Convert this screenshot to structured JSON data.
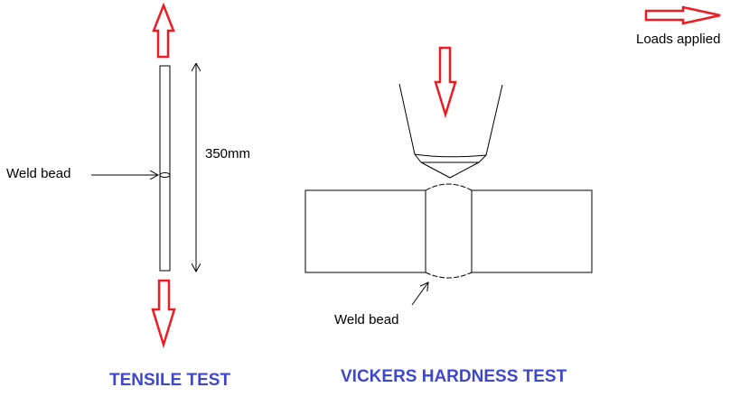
{
  "legend": {
    "label": "Loads applied"
  },
  "tensile": {
    "weld_label": "Weld bead",
    "length_label": "350mm",
    "title": "TENSILE TEST"
  },
  "vickers": {
    "weld_label": "Weld bead",
    "title": "VICKERS HARDNESS TEST"
  },
  "colors": {
    "load_arrow": "#ed1c24",
    "title_text": "#3f48cc",
    "line": "#000000"
  }
}
